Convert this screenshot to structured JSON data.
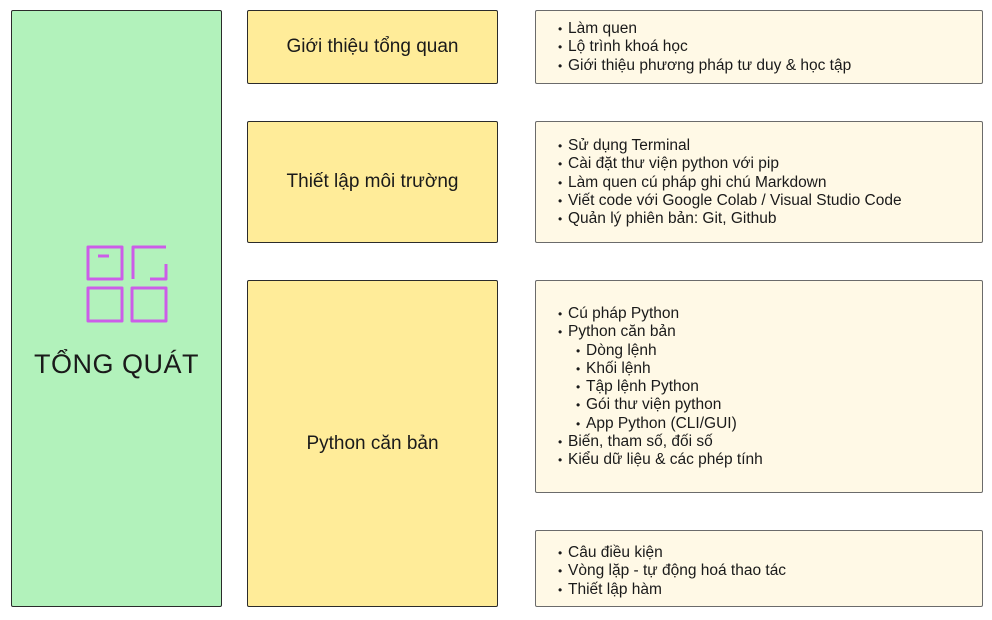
{
  "overview": {
    "title": "TỔNG QUÁT",
    "icon": "grid-squares-icon",
    "icon_color": "#cc5de8"
  },
  "colors": {
    "overview_fill": "#b2f2bb",
    "section_fill": "#ffec99",
    "detail_fill": "#fff9e6"
  },
  "sections": [
    {
      "title": "Giới thiệu tổng quan",
      "items": [
        "Làm quen",
        "Lộ trình khoá học",
        "Giới thiệu phương pháp tư duy & học tập"
      ]
    },
    {
      "title": "Thiết lập môi trường",
      "items": [
        "Sử dụng Terminal",
        "Cài đặt thư viện python với pip",
        "Làm quen cú pháp ghi chú Markdown",
        "Viết code với Google Colab / Visual Studio Code",
        "Quản lý phiên bản: Git, Github"
      ]
    },
    {
      "title": "Python căn bản",
      "items": [
        "Cú pháp Python",
        "Python căn bản",
        "Dòng lệnh",
        "Khối lệnh",
        "Tập lệnh Python",
        "Gói thư viện python",
        "App Python (CLI/GUI)",
        "Biến, tham số, đối số",
        "Kiểu dữ liệu & các phép tính"
      ],
      "items_2": [
        "Câu điều kiện",
        "Vòng lặp - tự động hoá thao tác",
        "Thiết lập hàm"
      ]
    }
  ]
}
